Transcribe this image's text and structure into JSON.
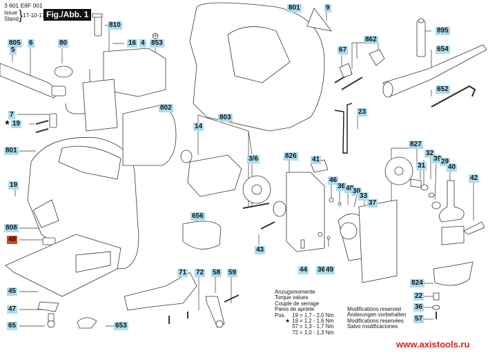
{
  "header": {
    "part_code": "3 601 E8F 001",
    "issue_label": "Issue",
    "stand_label": "Stand",
    "issue_date": "17-10-17",
    "figure_label": "Fig./Abb. 1"
  },
  "labels": [
    {
      "id": "805",
      "text": "805"
    },
    {
      "id": "5",
      "text": "5"
    },
    {
      "id": "6",
      "text": "6"
    },
    {
      "id": "80",
      "text": "80"
    },
    {
      "id": "810",
      "text": "810"
    },
    {
      "id": "16",
      "text": "16"
    },
    {
      "id": "4",
      "text": "4"
    },
    {
      "id": "853",
      "text": "853"
    },
    {
      "id": "801-top",
      "text": "801"
    },
    {
      "id": "9",
      "text": "9"
    },
    {
      "id": "862",
      "text": "862"
    },
    {
      "id": "895",
      "text": "895"
    },
    {
      "id": "67",
      "text": "67"
    },
    {
      "id": "654",
      "text": "654"
    },
    {
      "id": "652",
      "text": "652"
    },
    {
      "id": "7",
      "text": "7"
    },
    {
      "id": "19-star",
      "text": "19"
    },
    {
      "id": "802",
      "text": "802"
    },
    {
      "id": "14",
      "text": "14"
    },
    {
      "id": "803",
      "text": "803"
    },
    {
      "id": "23",
      "text": "23"
    },
    {
      "id": "801-left",
      "text": "801"
    },
    {
      "id": "3-6",
      "text": "3/6"
    },
    {
      "id": "826",
      "text": "826"
    },
    {
      "id": "827",
      "text": "827"
    },
    {
      "id": "41",
      "text": "41"
    },
    {
      "id": "32",
      "text": "32"
    },
    {
      "id": "39",
      "text": "39"
    },
    {
      "id": "29",
      "text": "29"
    },
    {
      "id": "40",
      "text": "40"
    },
    {
      "id": "31",
      "text": "31"
    },
    {
      "id": "19-left",
      "text": "19"
    },
    {
      "id": "46",
      "text": "46"
    },
    {
      "id": "36-top",
      "text": "36"
    },
    {
      "id": "49-top",
      "text": "49"
    },
    {
      "id": "30",
      "text": "30"
    },
    {
      "id": "33",
      "text": "33"
    },
    {
      "id": "37",
      "text": "37"
    },
    {
      "id": "42",
      "text": "42"
    },
    {
      "id": "808",
      "text": "808"
    },
    {
      "id": "656",
      "text": "656"
    },
    {
      "id": "48",
      "text": "48",
      "highlight": true
    },
    {
      "id": "43",
      "text": "43"
    },
    {
      "id": "44",
      "text": "44"
    },
    {
      "id": "36-mid",
      "text": "36"
    },
    {
      "id": "49-mid",
      "text": "49"
    },
    {
      "id": "71",
      "text": "71"
    },
    {
      "id": "72",
      "text": "72"
    },
    {
      "id": "58",
      "text": "58"
    },
    {
      "id": "59",
      "text": "59"
    },
    {
      "id": "824",
      "text": "824"
    },
    {
      "id": "45",
      "text": "45"
    },
    {
      "id": "22",
      "text": "22"
    },
    {
      "id": "36-bot",
      "text": "36"
    },
    {
      "id": "47",
      "text": "47"
    },
    {
      "id": "57",
      "text": "57"
    },
    {
      "id": "65",
      "text": "65"
    },
    {
      "id": "653",
      "text": "653"
    }
  ],
  "torque": {
    "lines": [
      "Anzugsmomente",
      "Torque values",
      "Couple de serrage",
      "Pares de apriete"
    ],
    "rows": [
      {
        "prefix": "Pos.",
        "pos": "19",
        "value": "1,7 - 2,0 Nm"
      },
      {
        "prefix": "★",
        "pos": "19",
        "value": "1,2 - 1,6 Nm"
      },
      {
        "prefix": "",
        "pos": "57",
        "value": "1,3 - 1,7 Nm"
      },
      {
        "prefix": "",
        "pos": "72",
        "value": "1,0 - 1,3 Nm"
      }
    ]
  },
  "modifications": [
    "Modifications reserved",
    "Änderungen vorbehalten",
    "Modifications reservées",
    "Salvo modificaciones"
  ],
  "watermark": "www.axistools.ru",
  "colors": {
    "label_bg": "#a9dcee",
    "highlight_bg": "#d9431e",
    "watermark": "#e01b1b"
  }
}
